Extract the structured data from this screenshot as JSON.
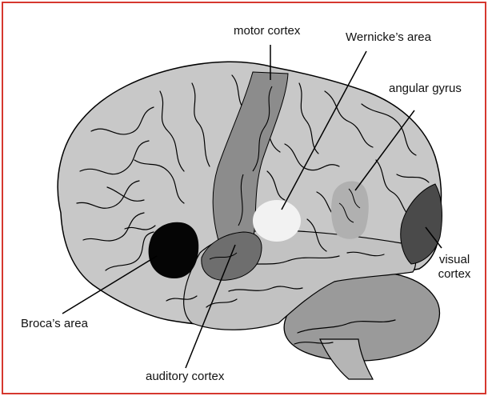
{
  "labels": {
    "motor_cortex": "motor cortex",
    "wernickes_area": "Wernicke’s area",
    "angular_gyrus": "angular gyrus",
    "visual_cortex_line1": "visual",
    "visual_cortex_line2": "cortex",
    "brocas_area": "Broca’s area",
    "auditory_cortex": "auditory cortex"
  },
  "colors": {
    "frame_border": "#d6382f",
    "brain_fill": "#c8c8c8",
    "motor_cortex": "#8c8c8c",
    "wernickes_area": "#f2f2f2",
    "angular_gyrus": "#b0b0b0",
    "visual_cortex": "#4a4a4a",
    "brocas_area": "#050505",
    "auditory_cortex": "#6e6e6e",
    "cerebellum": "#9a9a9a",
    "outline": "#000000"
  }
}
